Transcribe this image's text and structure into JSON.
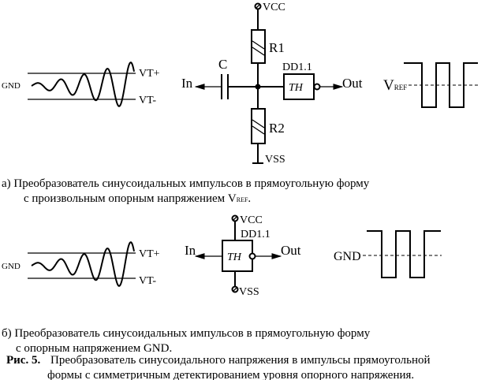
{
  "panel_a": {
    "gnd": "GND",
    "vt_plus": "VT+",
    "vt_minus": "VT-",
    "vcc": "VCC",
    "vss": "VSS",
    "r1": "R1",
    "r2": "R2",
    "c": "C",
    "chip": "DD1.1",
    "chip_func": "TH",
    "in": "In",
    "out": "Out",
    "vref_main": "V",
    "vref_sub": "REF",
    "caption_line1": "а) Преобразователь синусоидальных импульсов в прямоугольную форму",
    "caption_line2": "с произвольным опорным напряжением V",
    "caption_sub": "REF",
    "caption_end": "."
  },
  "panel_b": {
    "gnd": "GND",
    "vt_plus": "VT+",
    "vt_minus": "VT-",
    "vcc": "VCC",
    "vss": "VSS",
    "chip": "DD1.1",
    "chip_func": "TH",
    "in": "In",
    "out": "Out",
    "ref": "GND",
    "caption_line1": "б) Преобразователь синусоидальных импульсов в прямоугольную форму",
    "caption_line2": "с опорным напряжением GND."
  },
  "figure": {
    "label": "Рис. 5.",
    "caption_line1": "Преобразователь синусоидального напряжения в импульсы прямоугольной",
    "caption_line2": "формы с симметричным детектированием уровня опорного напряжения."
  }
}
